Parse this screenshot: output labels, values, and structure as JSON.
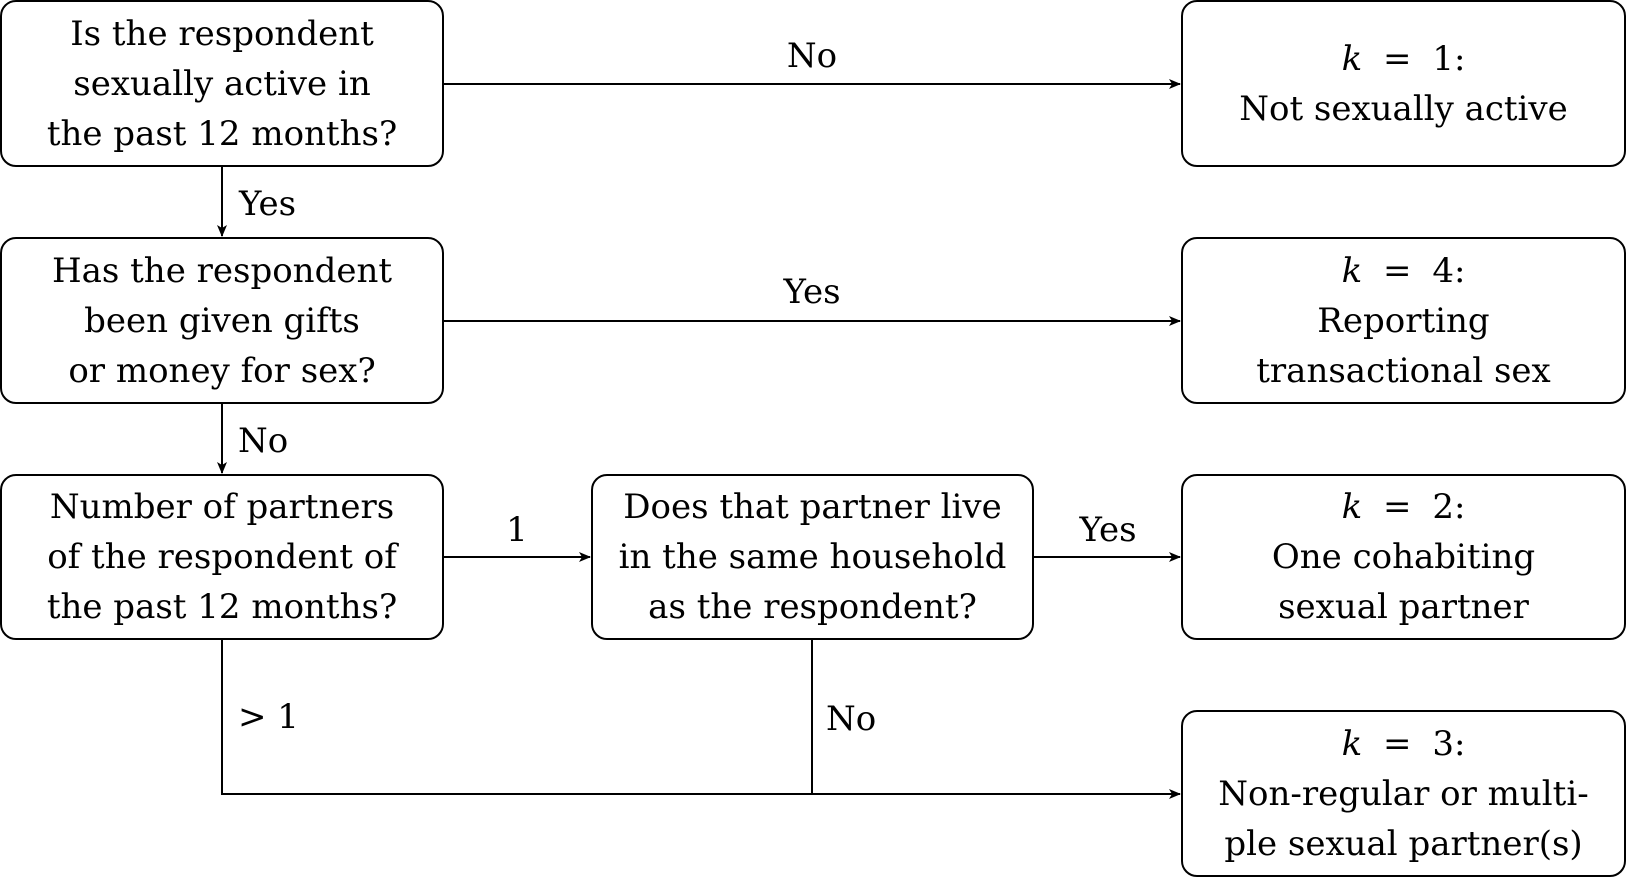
{
  "questions": {
    "q1": {
      "lines": [
        "Is the respondent",
        "sexually active in",
        "the past 12 months?"
      ]
    },
    "q2": {
      "lines": [
        "Has the respondent",
        "been given gifts",
        "or money for sex?"
      ]
    },
    "q3": {
      "lines": [
        "Number of partners",
        "of the respondent of",
        "the past 12 months?"
      ]
    },
    "q4": {
      "lines": [
        "Does that partner live",
        "in the same household",
        "as the respondent?"
      ]
    }
  },
  "outcomes": {
    "k1": {
      "var": "k",
      "eq": "=",
      "value": "1:",
      "lines": [
        "Not sexually active"
      ]
    },
    "k4": {
      "var": "k",
      "eq": "=",
      "value": "4:",
      "lines": [
        "Reporting",
        "transactional sex"
      ]
    },
    "k2": {
      "var": "k",
      "eq": "=",
      "value": "2:",
      "lines": [
        "One cohabiting",
        "sexual partner"
      ]
    },
    "k3": {
      "var": "k",
      "eq": "=",
      "value": "3:",
      "lines": [
        "Non-regular or multi-",
        "ple sexual partner(s)"
      ]
    }
  },
  "edges": {
    "q1_to_k1": "No",
    "q1_to_q2": "Yes",
    "q2_to_k4": "Yes",
    "q2_to_q3": "No",
    "q3_to_q4": "1",
    "q4_to_k2": "Yes",
    "q3_to_k3": "> 1",
    "q4_to_k3": "No"
  }
}
